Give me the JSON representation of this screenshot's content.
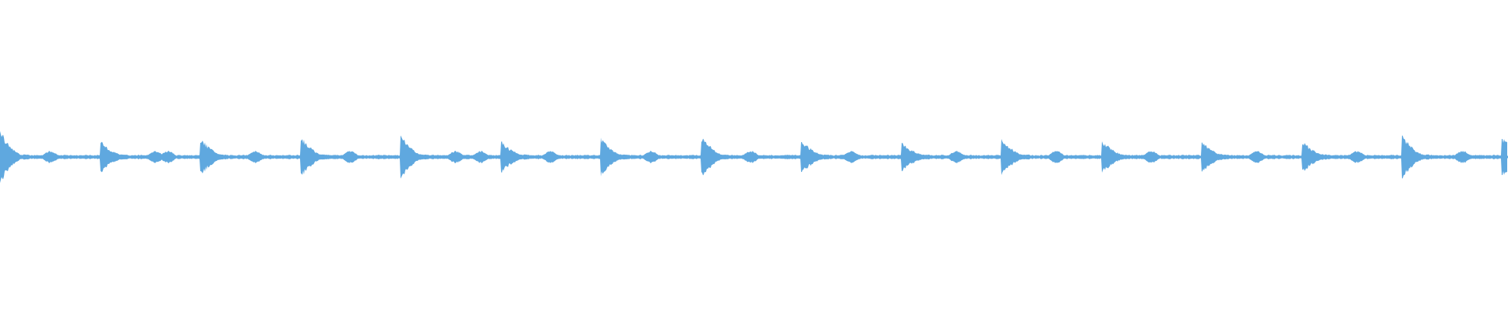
{
  "waveform": {
    "color": "#5fa8df",
    "background": "#ffffff",
    "beat_count": 16,
    "beat_weights": [
      1.0,
      0.55,
      0.7,
      0.75,
      0.8,
      0.55,
      0.65,
      0.75,
      0.6,
      0.5,
      0.65,
      0.6,
      0.55,
      0.55,
      0.85,
      0.7
    ],
    "secondary_bursts_per_beat": [
      [
        0.5
      ],
      [
        0.55,
        0.68
      ],
      [
        0.55
      ],
      [
        0.5
      ],
      [
        0.55,
        0.8
      ],
      [
        0.5
      ],
      [
        0.5
      ],
      [
        0.5
      ],
      [
        0.5
      ],
      [
        0.55
      ],
      [
        0.55
      ],
      [
        0.5
      ],
      [
        0.55
      ],
      [
        0.55
      ],
      [
        0.6
      ],
      []
    ]
  }
}
